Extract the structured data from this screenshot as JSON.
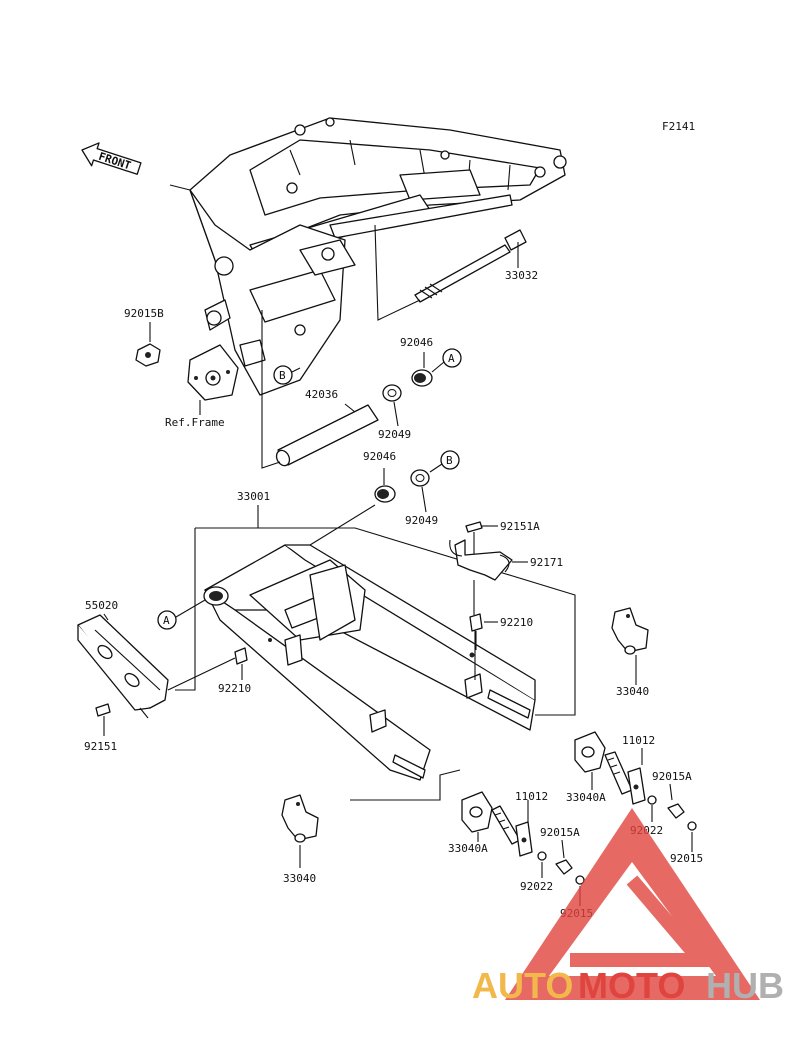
{
  "diagram": {
    "code": "F2141",
    "front_tag": "FRONT",
    "ref_frame": "Ref.Frame",
    "callouts": {
      "a": "A",
      "b": "B"
    },
    "labels": {
      "p33032": "33032",
      "p92015B": "92015B",
      "p92046_top": "92046",
      "p42036": "42036",
      "p92049_top": "92049",
      "p92046_mid": "92046",
      "p92049_mid": "92049",
      "p33001": "33001",
      "p92151A": "92151A",
      "p92171": "92171",
      "p55020": "55020",
      "p92210_right": "92210",
      "p33040_right": "33040",
      "p92210_left": "92210",
      "p92151": "92151",
      "p11012_right": "11012",
      "p92015A_right": "92015A",
      "p33040A_right": "33040A",
      "p11012_left": "11012",
      "p92022_right": "92022",
      "p92015A_left": "92015A",
      "p92015_right": "92015",
      "p33040A_left": "33040A",
      "p92022_left": "92022",
      "p33040_left": "33040",
      "p92015_left": "92015"
    }
  },
  "watermark": {
    "part1": "AUTO",
    "part2": "MOTO",
    "part3": "HUB",
    "colors": {
      "triangle": "#e0443e",
      "auto": "#f2b84b",
      "moto": "#e0443e",
      "hub": "#b0b0b0"
    }
  }
}
